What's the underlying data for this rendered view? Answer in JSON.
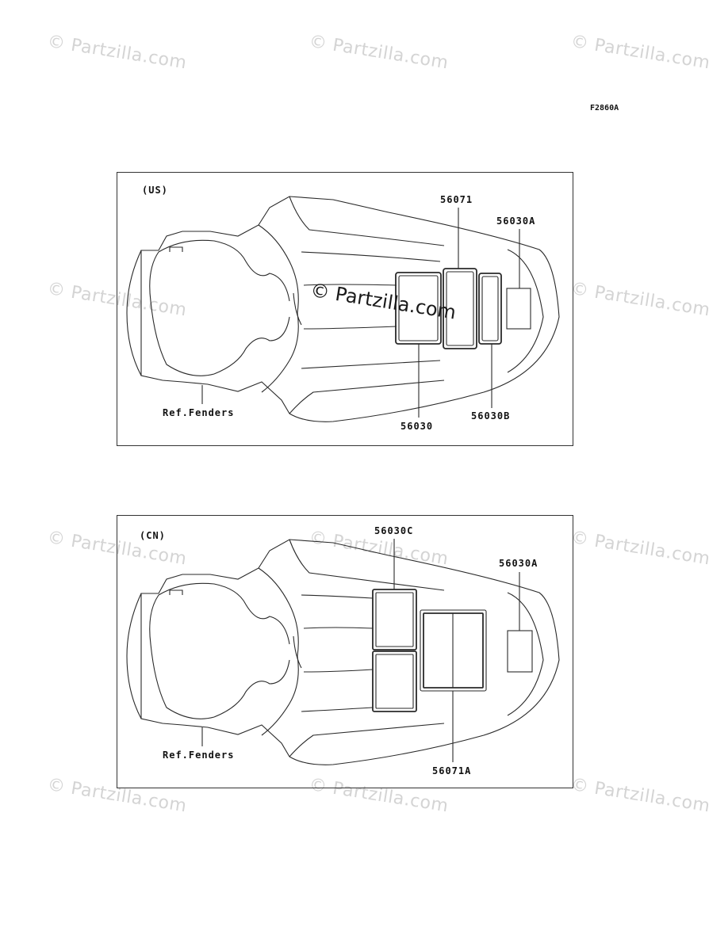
{
  "watermark": "© Partzilla.com",
  "diagram_code": "F2860A",
  "panels": {
    "us": {
      "region": "(US)",
      "labels": {
        "p56071": "56071",
        "p56030a": "56030A",
        "p56030": "56030",
        "p56030b": "56030B",
        "ref": "Ref.Fenders"
      }
    },
    "cn": {
      "region": "(CN)",
      "labels": {
        "p56030c": "56030C",
        "p56030a": "56030A",
        "p56071a": "56071A",
        "ref": "Ref.Fenders"
      }
    }
  }
}
